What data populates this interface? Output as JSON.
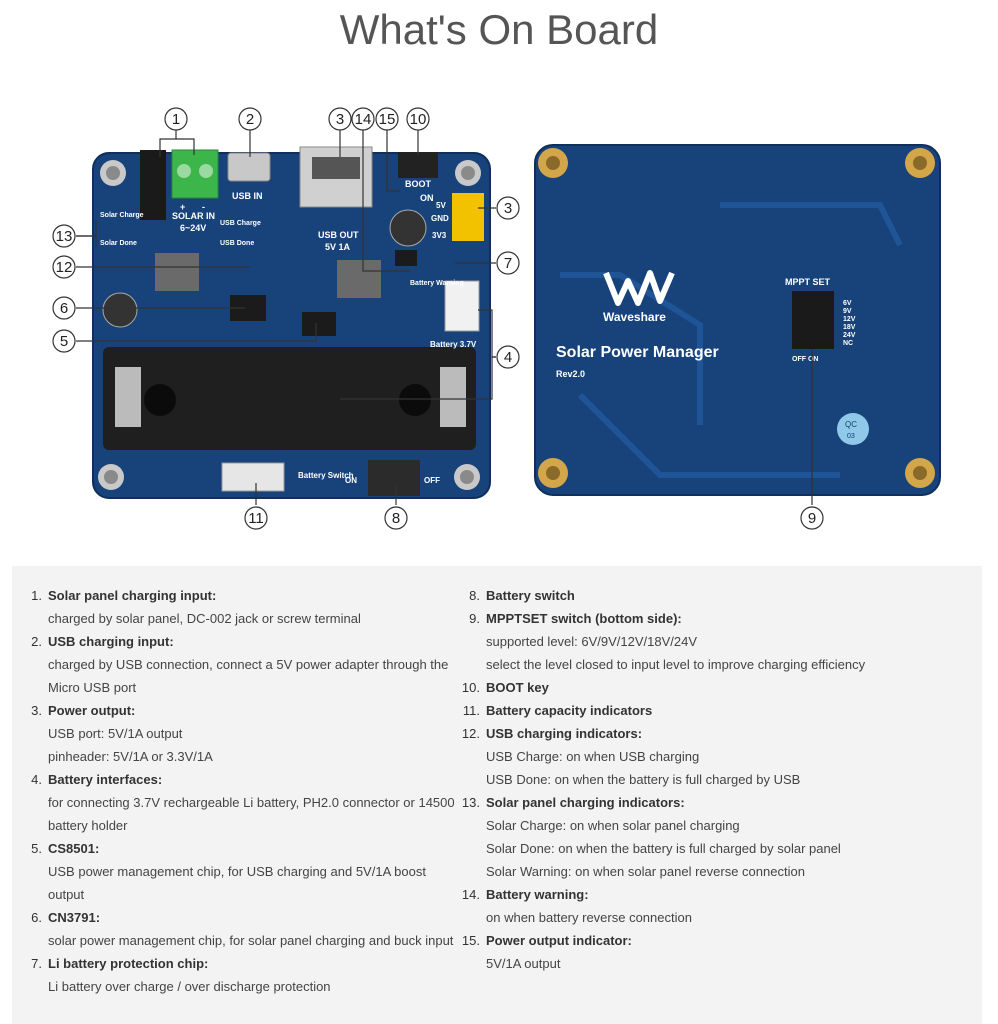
{
  "title": "What's On Board",
  "board_labels": {
    "solar_in": "SOLAR IN",
    "solar_range": "6~24V",
    "usb_in": "USB IN",
    "usb_out": "USB OUT",
    "usb_out_rating": "5V 1A",
    "boot": "BOOT",
    "on": "ON",
    "pin_5v": "5V",
    "pin_gnd": "GND",
    "pin_3v3": "3V3",
    "battery_warning": "Battery Warning",
    "battery_37": "Battery 3.7V",
    "battery_switch": "Battery Switch",
    "switch_on": "ON",
    "switch_off": "OFF",
    "solar_charge": "Solar Charge",
    "solar_done": "Solar Done",
    "usb_charge": "USB Charge",
    "usb_done": "USB Done",
    "plus": "+",
    "minus": "-"
  },
  "back_labels": {
    "brand": "Waveshare",
    "product": "Solar Power Manager",
    "rev": "Rev2.0",
    "mppt_set": "MPPT SET",
    "levels": [
      "6V",
      "9V",
      "12V",
      "18V",
      "24V",
      "NC"
    ],
    "off_on": "OFF ON",
    "qc": "QC",
    "qc_num": "03"
  },
  "callouts": [
    "1",
    "2",
    "3",
    "14",
    "15",
    "10",
    "3",
    "7",
    "4",
    "13",
    "12",
    "6",
    "5",
    "11",
    "8",
    "9"
  ],
  "items_left": [
    {
      "num": "1.",
      "title": "Solar panel charging input:",
      "lines": [
        "charged by solar panel, DC-002 jack or screw terminal"
      ]
    },
    {
      "num": "2.",
      "title": "USB charging input:",
      "lines": [
        "charged by USB connection, connect a 5V power adapter through the",
        "Micro USB port"
      ]
    },
    {
      "num": "3.",
      "title": "Power output:",
      "lines": [
        "USB port: 5V/1A output",
        "pinheader: 5V/1A or 3.3V/1A"
      ]
    },
    {
      "num": "4.",
      "title": "Battery interfaces:",
      "lines": [
        "for connecting 3.7V rechargeable Li battery, PH2.0 connector or 14500",
        "battery holder"
      ]
    },
    {
      "num": "5.",
      "title": "CS8501:",
      "lines": [
        "USB power management chip, for USB charging and 5V/1A boost",
        "output"
      ]
    },
    {
      "num": "6.",
      "title": "CN3791:",
      "lines": [
        "solar power management chip, for solar panel charging and buck input"
      ]
    },
    {
      "num": "7.",
      "title": "Li battery protection chip:",
      "lines": [
        "Li battery over charge / over discharge protection"
      ]
    }
  ],
  "items_right": [
    {
      "num": "8.",
      "title": "Battery switch",
      "lines": []
    },
    {
      "num": "9.",
      "title": "MPPTSET switch (bottom side):",
      "lines": [
        "supported level: 6V/9V/12V/18V/24V",
        "select the level closed to input level to improve charging efficiency"
      ]
    },
    {
      "num": "10.",
      "title": "BOOT key",
      "lines": []
    },
    {
      "num": "11.",
      "title": "Battery capacity indicators",
      "lines": []
    },
    {
      "num": "12.",
      "title": "USB charging indicators:",
      "lines": [
        "USB Charge: on when USB charging",
        "USB Done: on when the battery is full charged by USB"
      ]
    },
    {
      "num": "13.",
      "title": "Solar panel charging indicators:",
      "lines": [
        "Solar Charge: on when solar panel charging",
        "Solar Done: on when the battery is full charged by solar panel",
        "Solar Warning: on when solar panel reverse connection"
      ]
    },
    {
      "num": "14.",
      "title": "Battery warning:",
      "lines": [
        "on when battery reverse connection"
      ]
    },
    {
      "num": "15.",
      "title": "Power output indicator:",
      "lines": [
        "5V/1A output"
      ]
    }
  ],
  "colors": {
    "pcb": "#17427a",
    "pcb_edge": "#0f2f5c",
    "panel_bg": "#f3f3f3",
    "terminal": "#3cb54a",
    "header": "#f2c200"
  }
}
